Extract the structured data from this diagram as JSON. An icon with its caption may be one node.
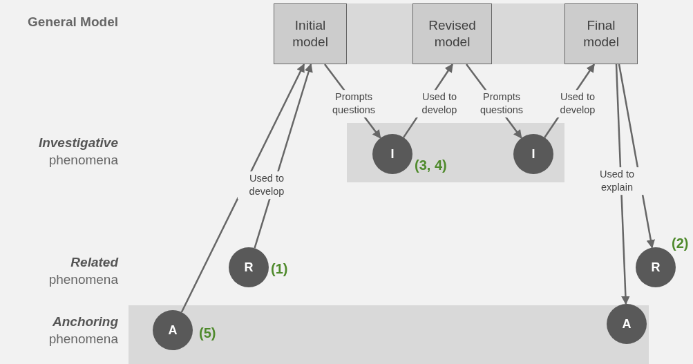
{
  "diagram": {
    "nodes": [
      {
        "text": [],
        "shape": "band"
      },
      {
        "text": [
          "Initial model"
        ],
        "in": 0
      },
      {
        "text": [
          "Revised model"
        ],
        "in": 0
      },
      {
        "text": [
          "Final model"
        ],
        "in": 0
      },
      {
        "text": [],
        "shape": "band"
      },
      {
        "text": [
          "I"
        ],
        "in": 4,
        "beside": [
          "(3, 4)"
        ]
      },
      {
        "text": [
          "I"
        ],
        "in": 4
      },
      {
        "text": [
          "R"
        ],
        "beside": [
          "(1)"
        ]
      },
      {
        "text": [
          "R"
        ],
        "beside": [
          "(2)"
        ]
      },
      {
        "text": [],
        "shape": "band"
      },
      {
        "text": [
          "A"
        ],
        "in": 9,
        "beside": [
          "(5)"
        ]
      },
      {
        "text": [
          "A"
        ],
        "in": 9
      }
    ],
    "edges": [
      {
        "from": 10,
        "to": 1,
        "arrow": "to",
        "label": "Used to develop"
      },
      {
        "from": 7,
        "to": 1,
        "arrow": "to"
      },
      {
        "from": 1,
        "to": 5,
        "arrow": "to",
        "label": "Prompts questions"
      },
      {
        "from": 5,
        "to": 2,
        "arrow": "to",
        "label": "Used to develop"
      },
      {
        "from": 2,
        "to": 6,
        "arrow": "to",
        "label": "Prompts questions"
      },
      {
        "from": 6,
        "to": 3,
        "arrow": "to",
        "label": "Used to develop"
      },
      {
        "from": 3,
        "to": 11,
        "arrow": "to",
        "label": "Used to explain"
      },
      {
        "from": 3,
        "to": 8,
        "arrow": "to"
      }
    ],
    "labels": [
      "**General Model**",
      "*Investigative* phenomena",
      "*Related* phenomena",
      "*Anchoring* phenomena"
    ]
  }
}
